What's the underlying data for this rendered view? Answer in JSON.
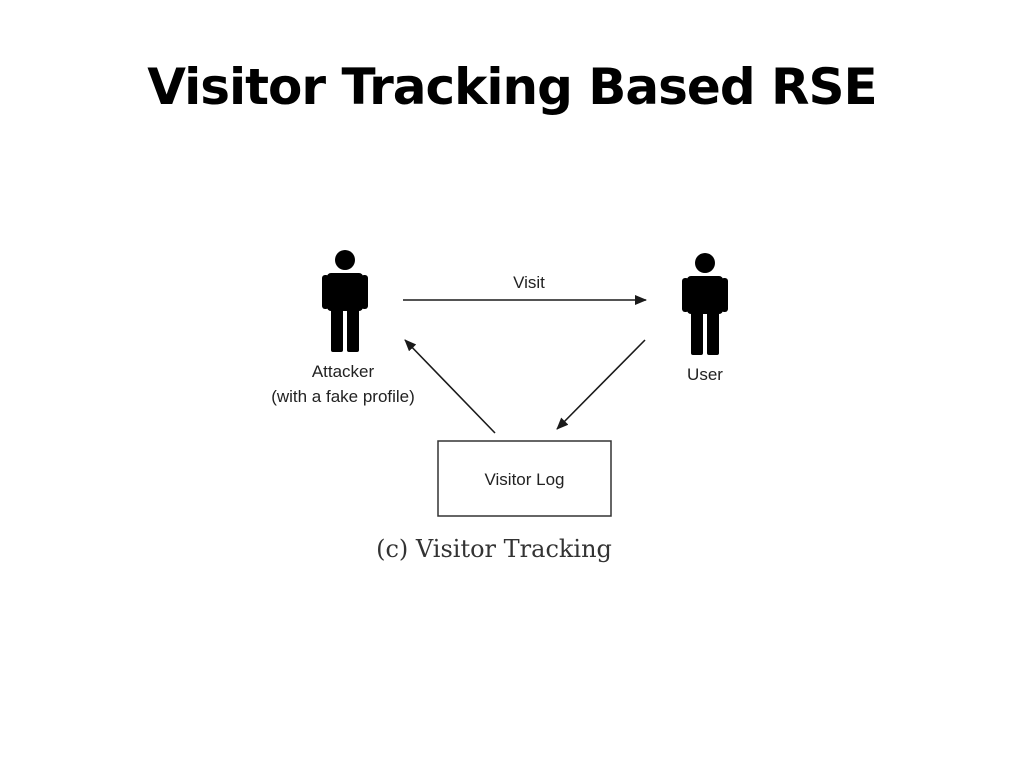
{
  "title": "Visitor Tracking Based RSE",
  "diagram": {
    "nodes": {
      "attacker": {
        "label_line1": "Attacker",
        "label_line2": "(with a fake profile)",
        "icon": "person-icon"
      },
      "user": {
        "label": "User",
        "icon": "person-icon"
      },
      "visitor_log": {
        "label": "Visitor Log"
      }
    },
    "edges": [
      {
        "from": "attacker",
        "to": "user",
        "label": "Visit"
      },
      {
        "from": "user",
        "to": "visitor_log",
        "label": ""
      },
      {
        "from": "visitor_log",
        "to": "attacker",
        "label": ""
      }
    ],
    "caption": "(c) Visitor Tracking"
  }
}
